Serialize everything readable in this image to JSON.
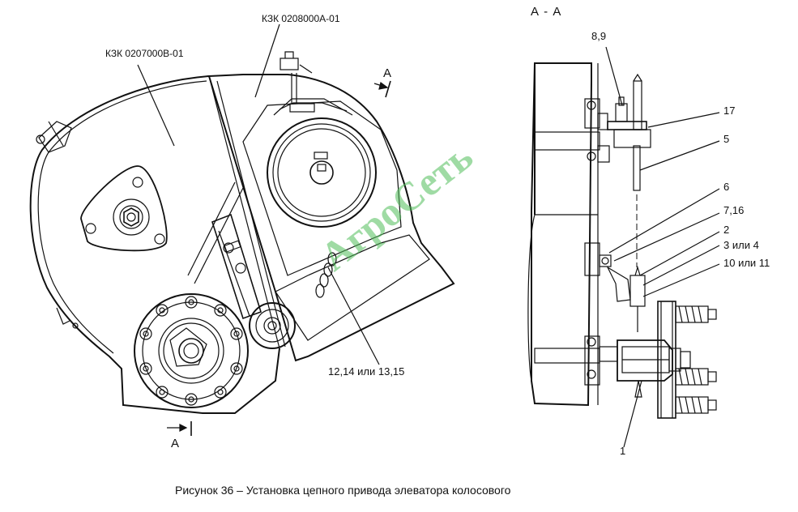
{
  "labels": {
    "left_assembly": "КЗК 0207000В-01",
    "top_assembly": "КЗК 0208000А-01",
    "section_mark_top": "А",
    "section_mark_bottom": "А",
    "chain_parts": "12,14 или 13,15",
    "section_view_title": "А - А",
    "part_8_9": "8,9",
    "part_17": "17",
    "part_5": "5",
    "part_6": "6",
    "part_7_16": "7,16",
    "part_2": "2",
    "part_3_4": "3 или 4",
    "part_10_11": "10 или 11",
    "part_1": "1"
  },
  "watermark": "АгроСеть",
  "caption": "Рисунок 36 – Установка цепного привода элеватора колосового",
  "colors": {
    "line": "#111111",
    "watermark": "#50be5a"
  }
}
